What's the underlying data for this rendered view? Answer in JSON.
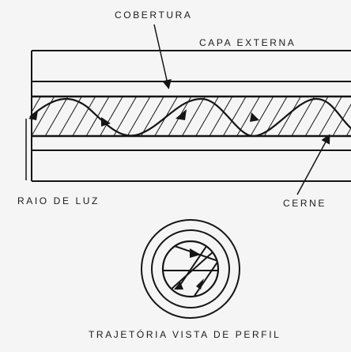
{
  "labels": {
    "cobertura": "COBERTURA",
    "capa_externa": "CAPA EXTERNA",
    "raio_de_luz": "RAIO DE LUZ",
    "cerne": "CERNE",
    "trajetoria": "TRAJETÓRIA VISTA DE PERFIL"
  },
  "colors": {
    "ink": "#151515",
    "paper": "#f5f5f5"
  }
}
